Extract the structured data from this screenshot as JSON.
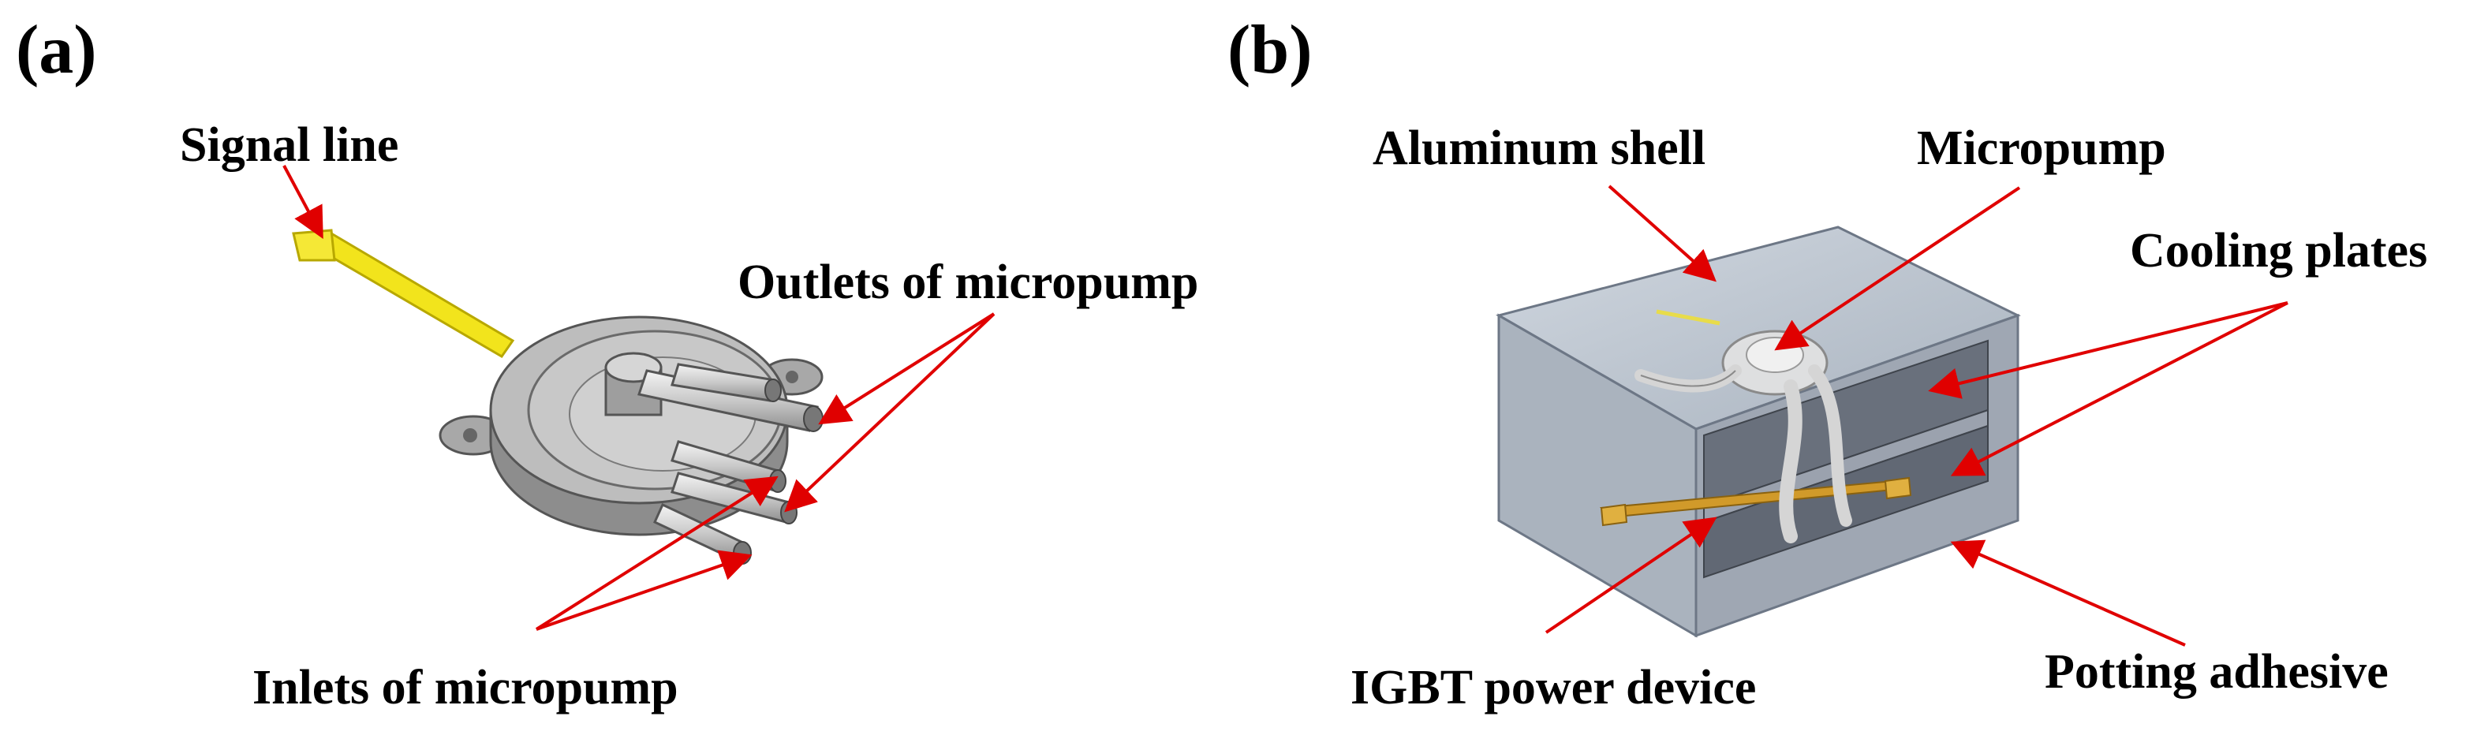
{
  "panel_a": {
    "label": "(a)",
    "callouts": {
      "signal_line": "Signal line",
      "outlets": "Outlets of micropump",
      "inlets": "Inlets of micropump"
    }
  },
  "panel_b": {
    "label": "(b)",
    "callouts": {
      "aluminum_shell": "Aluminum shell",
      "micropump": "Micropump",
      "cooling_plates": "Cooling plates",
      "igbt": "IGBT power device",
      "potting": "Potting adhesive"
    }
  },
  "colors": {
    "arrow": "#e00000",
    "signal_line": "#f2e41c",
    "pump_body": "#b9b9b9",
    "shell": "#8f9cac",
    "plate": "#5f6672",
    "igbt": "#d19a2a"
  }
}
